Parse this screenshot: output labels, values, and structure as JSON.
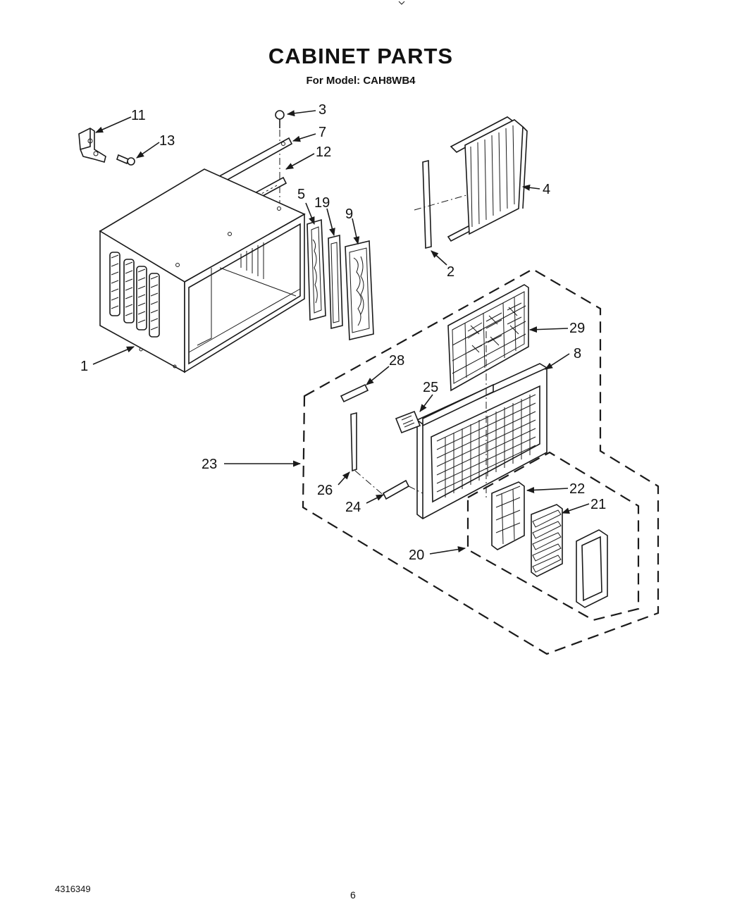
{
  "header": {
    "title": "CABINET PARTS",
    "subtitle": "For Model: CAH8WB4"
  },
  "callouts": [
    {
      "id": "1",
      "label": "1"
    },
    {
      "id": "2",
      "label": "2"
    },
    {
      "id": "3",
      "label": "3"
    },
    {
      "id": "4",
      "label": "4"
    },
    {
      "id": "5",
      "label": "5"
    },
    {
      "id": "7",
      "label": "7"
    },
    {
      "id": "8",
      "label": "8"
    },
    {
      "id": "9",
      "label": "9"
    },
    {
      "id": "11",
      "label": "11"
    },
    {
      "id": "12",
      "label": "12"
    },
    {
      "id": "13",
      "label": "13"
    },
    {
      "id": "19",
      "label": "19"
    },
    {
      "id": "20",
      "label": "20"
    },
    {
      "id": "21",
      "label": "21"
    },
    {
      "id": "22",
      "label": "22"
    },
    {
      "id": "23",
      "label": "23"
    },
    {
      "id": "24",
      "label": "24"
    },
    {
      "id": "25",
      "label": "25"
    },
    {
      "id": "26",
      "label": "26"
    },
    {
      "id": "28",
      "label": "28"
    },
    {
      "id": "29",
      "label": "29"
    }
  ],
  "footer": {
    "document_number": "4316349",
    "page_number": "6"
  }
}
